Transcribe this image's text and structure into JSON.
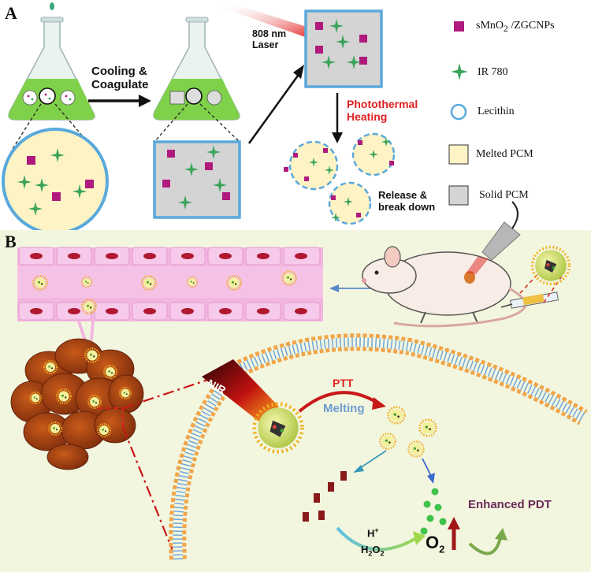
{
  "panel_a": {
    "letter": "A",
    "step_cooling_line1": "Cooling &",
    "step_cooling_line2": "Coagulate",
    "laser_line1": "808 nm",
    "laser_line2": "Laser",
    "photothermal_line1": "Photothermal",
    "photothermal_line2": "Heating",
    "release_line1": "Release &",
    "release_line2": "break down",
    "legend": [
      {
        "label": "sMnO",
        "sub": "2",
        "suffix": " /ZGCNPs",
        "icon": "magenta-square-icon"
      },
      {
        "label": "IR 780",
        "icon": "green-star-icon"
      },
      {
        "label": "Lecithin",
        "icon": "blue-circle-icon"
      },
      {
        "label": "Melted PCM",
        "icon": "yellow-box-icon"
      },
      {
        "label": "Solid PCM",
        "icon": "gray-box-icon"
      }
    ]
  },
  "panel_b": {
    "letter": "B",
    "nir": "NIR",
    "ptt": "PTT",
    "melting": "Melting",
    "enhanced_pdt": "Enhanced PDT",
    "h_plus": "H",
    "h_plus_sup": "+",
    "h2o2": "H",
    "h2o2_sub": "2",
    "h2o2_tail": "O",
    "h2o2_tail_sub": "2",
    "o2": "O",
    "o2_sub": "2"
  },
  "colors": {
    "magenta": "#b0197e",
    "green_star": "#3aa35a",
    "lecithin_blue": "#5aa9dc",
    "melted_pcm": "#fdf3c4",
    "solid_pcm": "#d4d4d4",
    "flask_liquid": "#7fd14a",
    "panel_b_bg": "#f3f6df",
    "red_text": "#e02020",
    "melting_blue": "#6c9bd0",
    "membrane_orange": "#f0a54a"
  }
}
